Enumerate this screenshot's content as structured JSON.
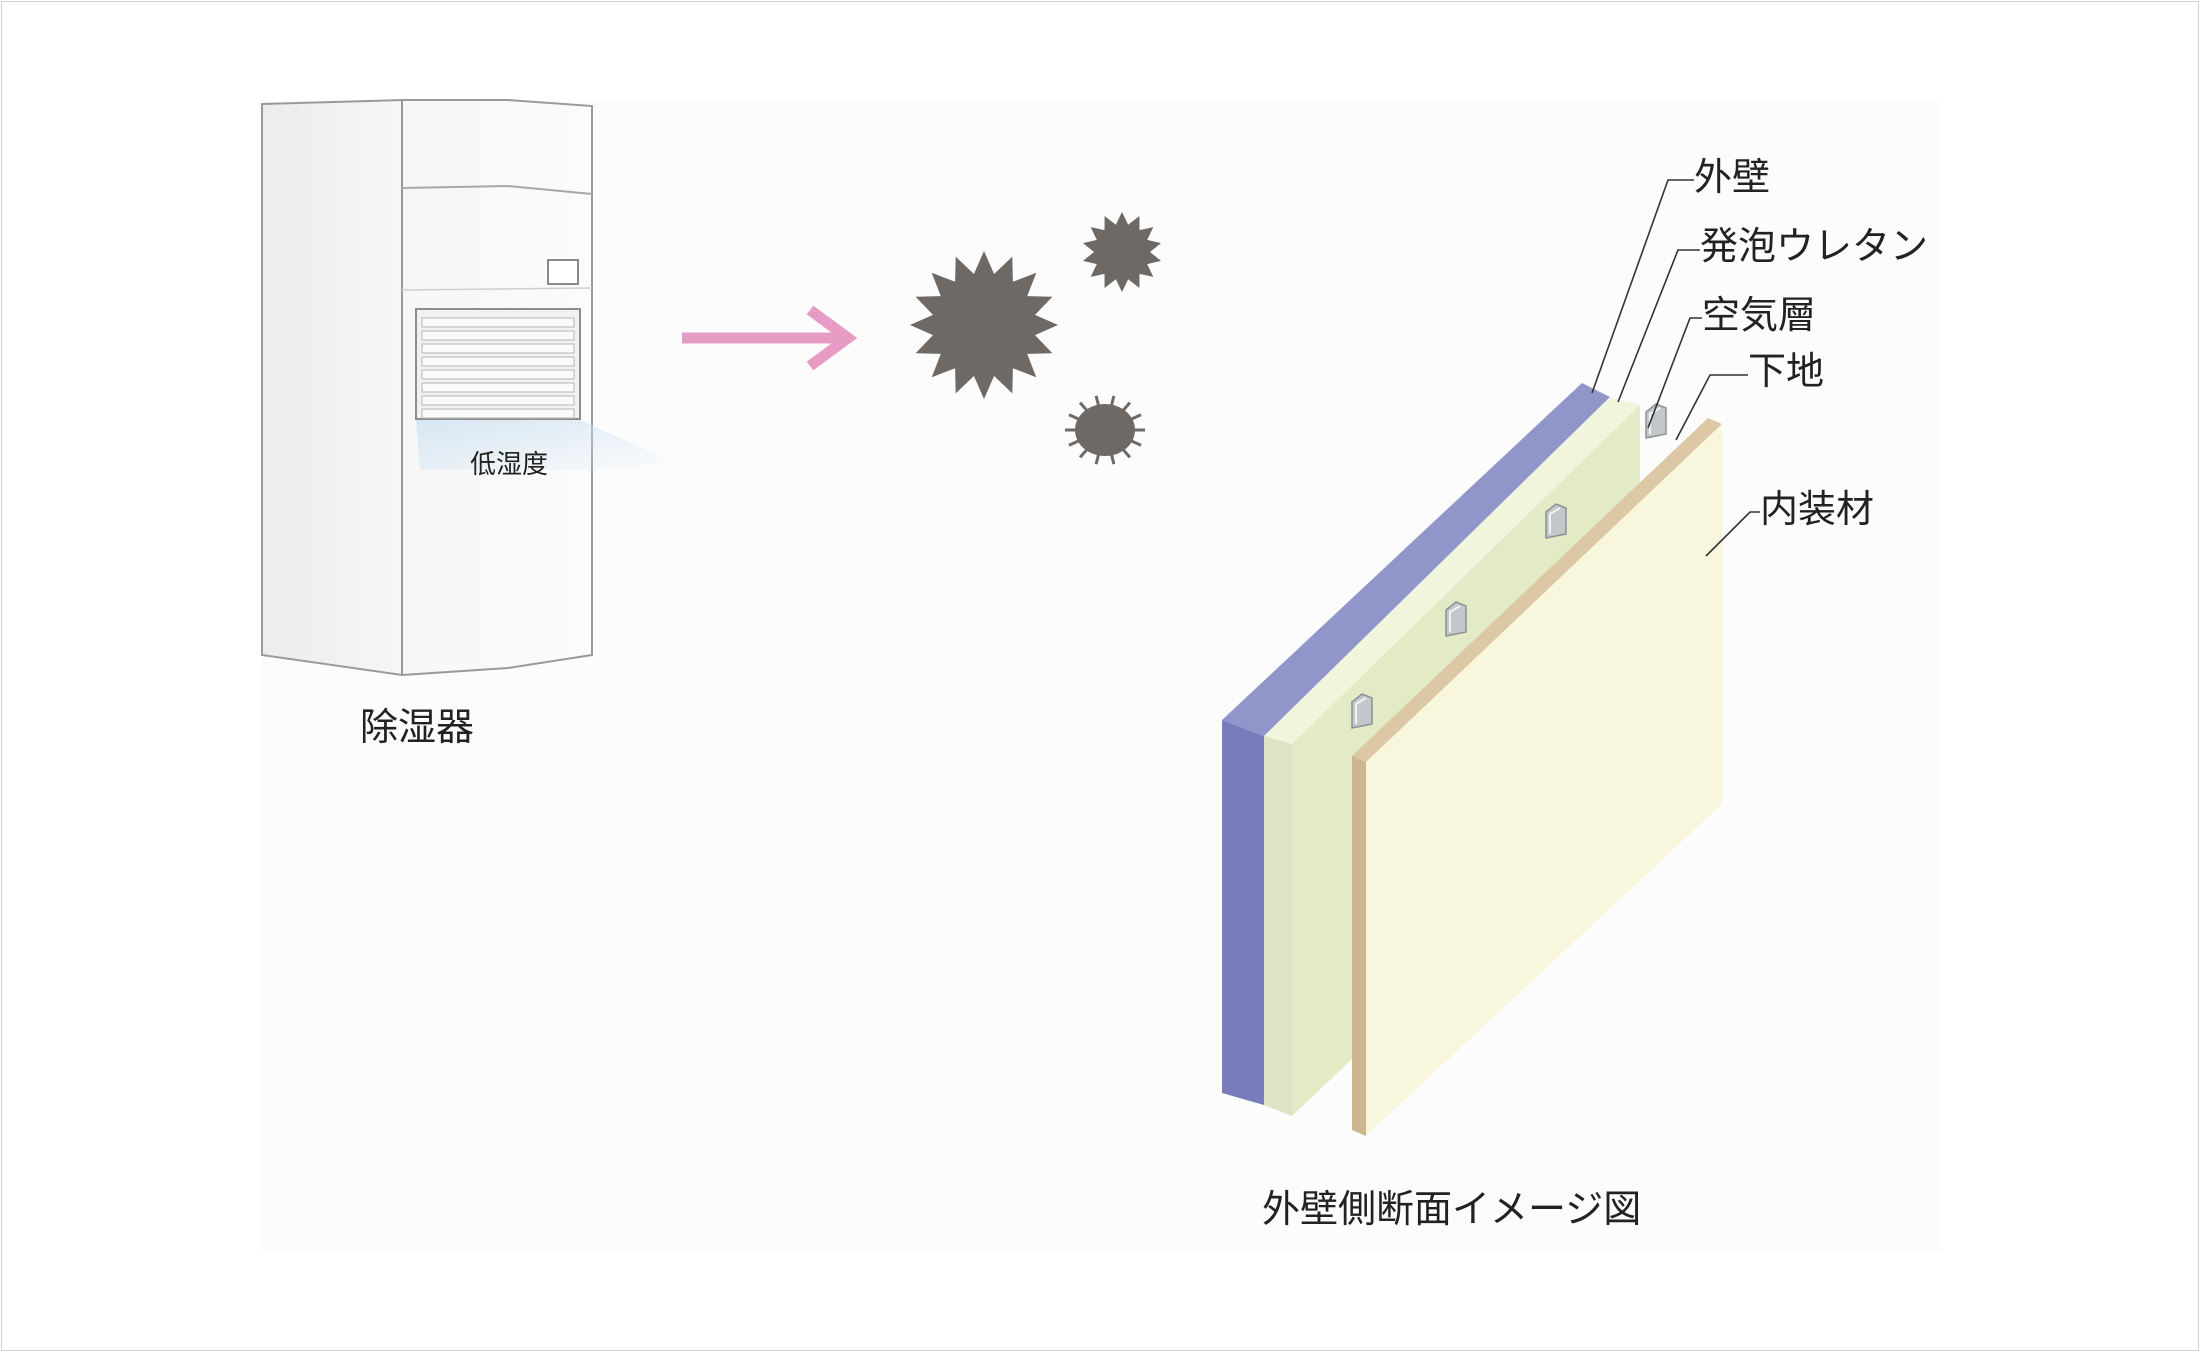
{
  "labels": {
    "dehumidifier": "除湿器",
    "low_humidity": "低湿度",
    "caption": "外壁側断面イメージ図"
  },
  "layers": [
    {
      "name": "外壁",
      "color": "#7b7fbf"
    },
    {
      "name": "発泡ウレタン",
      "color": "#e4ebc7"
    },
    {
      "name": "空気層",
      "color": ""
    },
    {
      "name": "下地",
      "color": "#b8bcbf"
    },
    {
      "name": "内装材",
      "color": "#f8f7de"
    }
  ],
  "colors": {
    "arrow": "#e79cc6",
    "germ": "#6f6966",
    "board_edge": "#cdb690"
  },
  "icons": [
    "dehumidifier-unit",
    "arrow-right-icon",
    "germ-icon",
    "mite-icon"
  ]
}
